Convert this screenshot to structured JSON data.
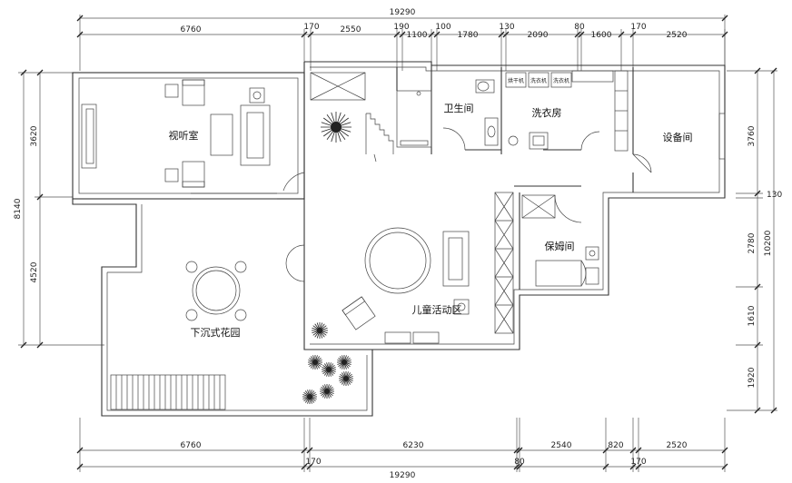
{
  "dimensions": {
    "top_total": "19290",
    "top_segments": [
      "6760",
      "170",
      "2550",
      "190",
      "1100",
      "100",
      "1780",
      "130",
      "2090",
      "80",
      "1600",
      "170",
      "2520"
    ],
    "bottom_segments": [
      "6760",
      "170",
      "6230",
      "80",
      "2540",
      "820",
      "2520"
    ],
    "bottom_sub": [
      "170",
      "80",
      "170"
    ],
    "bottom_total": "19290",
    "left_segments": [
      "3620",
      "4520"
    ],
    "left_total": "8140",
    "right_segments": [
      "3760",
      "130",
      "2780",
      "1610",
      "1920"
    ],
    "right_total": "10200"
  },
  "rooms": {
    "media_room": "视听室",
    "bathroom": "卫生间",
    "laundry": "洗衣房",
    "equipment": "设备间",
    "nanny_room": "保姆间",
    "kids_area": "儿童活动区",
    "sunken_garden": "下沉式花园"
  },
  "appliances": [
    "烘干机",
    "洗衣机",
    "洗衣机"
  ],
  "colors": {
    "line": "#333333",
    "background": "#ffffff"
  }
}
